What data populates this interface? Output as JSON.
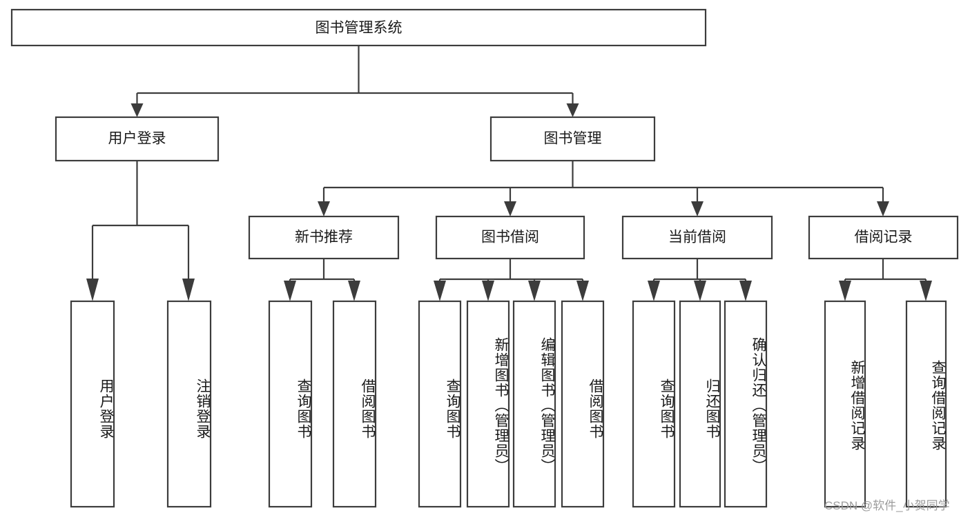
{
  "diagram": {
    "type": "tree-hierarchy",
    "title": "图书管理系统",
    "orientation": "top-down",
    "colors": {
      "stroke": "#3c3c3c",
      "fill": "#ffffff",
      "text": "#1a1a1a",
      "watermark": "#9c9c9c"
    },
    "levels": {
      "root": {
        "label": "图书管理系统"
      },
      "level2": [
        {
          "label": "用户登录"
        },
        {
          "label": "图书管理"
        }
      ],
      "level3": [
        {
          "label": "新书推荐"
        },
        {
          "label": "图书借阅"
        },
        {
          "label": "当前借阅"
        },
        {
          "label": "借阅记录"
        }
      ],
      "leaves": [
        {
          "label": "用户登录",
          "parent": "用户登录"
        },
        {
          "label": "注销登录",
          "parent": "用户登录"
        },
        {
          "label": "查询图书",
          "parent": "新书推荐"
        },
        {
          "label": "借阅图书",
          "parent": "新书推荐"
        },
        {
          "label": "查询图书",
          "parent": "图书借阅"
        },
        {
          "label": "新增图书（管理员）",
          "parent": "图书借阅"
        },
        {
          "label": "编辑图书（管理员）",
          "parent": "图书借阅"
        },
        {
          "label": "借阅图书",
          "parent": "图书借阅"
        },
        {
          "label": "查询图书",
          "parent": "当前借阅"
        },
        {
          "label": "归还图书",
          "parent": "当前借阅"
        },
        {
          "label": "确认归还（管理员）",
          "parent": "当前借阅"
        },
        {
          "label": "新增借阅记录",
          "parent": "借阅记录"
        },
        {
          "label": "查询借阅记录",
          "parent": "借阅记录"
        }
      ]
    }
  },
  "watermark": {
    "text": "CSDN @软件_小贺同学"
  }
}
